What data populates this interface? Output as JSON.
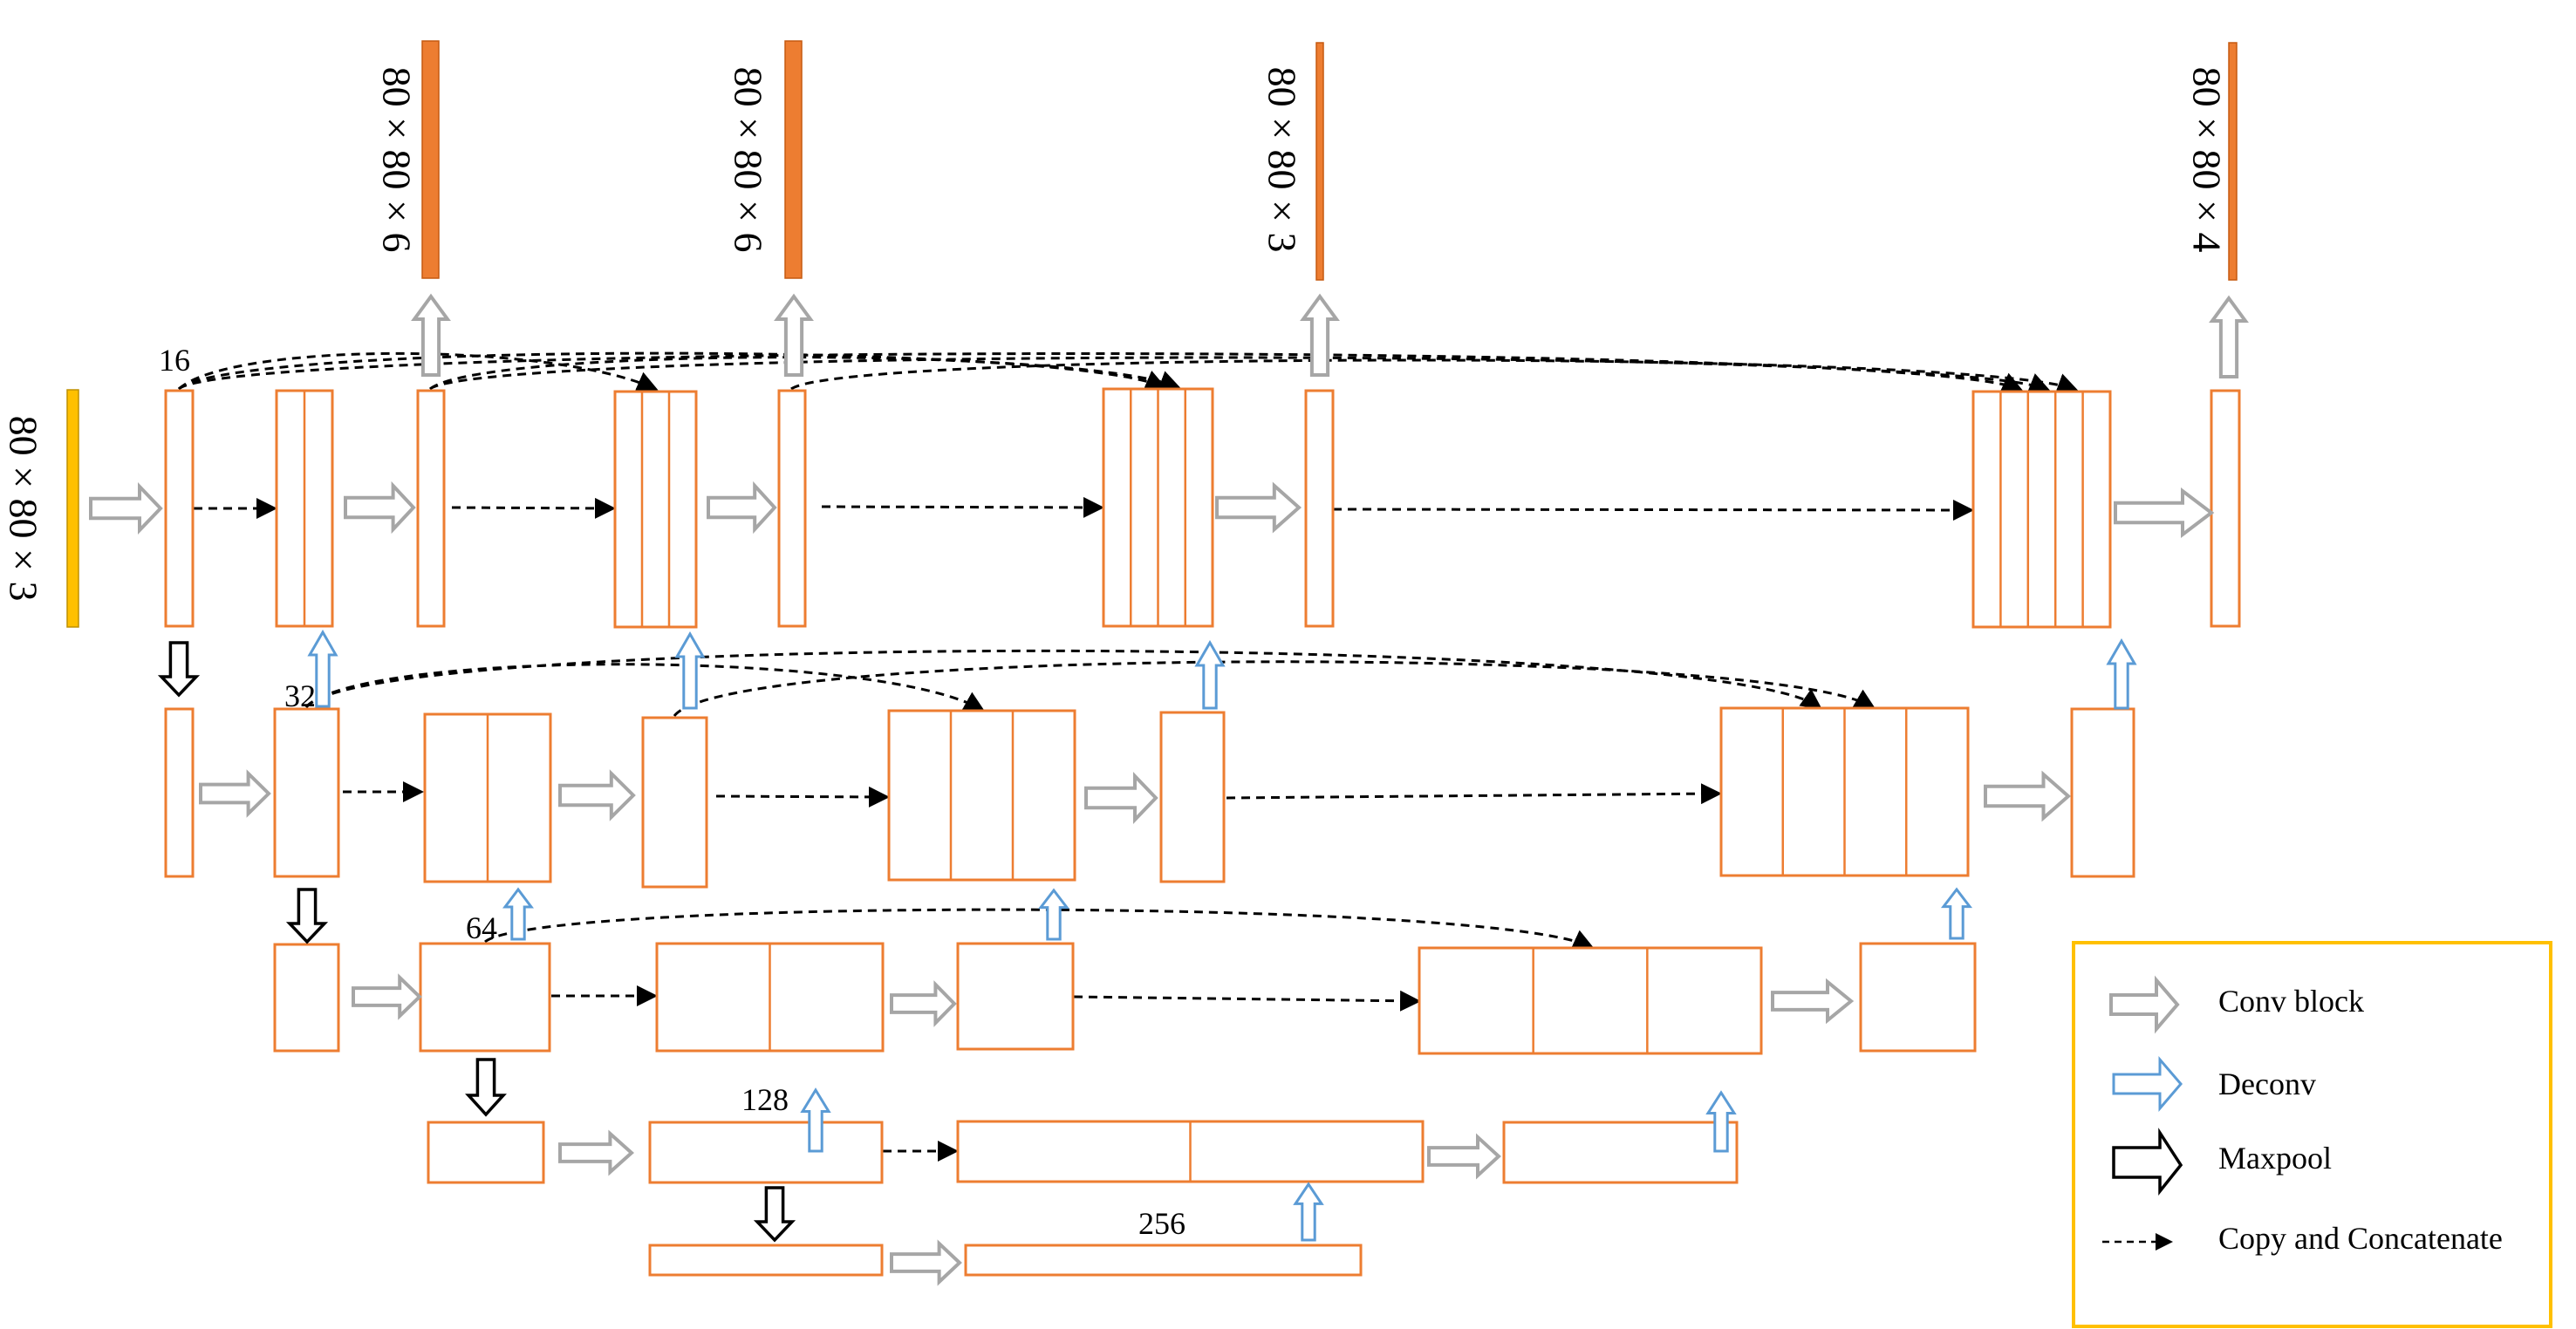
{
  "colors": {
    "feature_border": "#ED7D31",
    "output_bar": "#ED7D31",
    "input_bar": "#FFC000",
    "conv_arrow": "#A6A6A6",
    "deconv_arrow": "#5B9BD5",
    "maxpool_arrow": "#000000",
    "legend_border": "#FFC000"
  },
  "input": {
    "label": "80 × 80 × 3"
  },
  "outputs": [
    {
      "label": "80 × 80 × 6"
    },
    {
      "label": "80 × 80 × 6"
    },
    {
      "label": "80 × 80 × 3"
    },
    {
      "label": "80 × 80 × 4"
    }
  ],
  "channel_labels": {
    "level1": "16",
    "level2": "32",
    "level3": "64",
    "level4": "128",
    "level5": "256"
  },
  "levels": [
    {
      "level": 1,
      "channels": 16,
      "blocks": [
        1,
        2,
        1,
        3,
        1,
        4,
        1,
        5,
        1
      ]
    },
    {
      "level": 2,
      "channels": 32,
      "blocks": [
        1,
        1,
        2,
        1,
        3,
        1,
        4,
        1
      ]
    },
    {
      "level": 3,
      "channels": 64,
      "blocks": [
        1,
        1,
        2,
        1,
        3,
        1
      ]
    },
    {
      "level": 4,
      "channels": 128,
      "blocks": [
        1,
        1,
        2,
        1
      ]
    },
    {
      "level": 5,
      "channels": 256,
      "blocks": [
        1,
        1
      ]
    }
  ],
  "legend": {
    "items": [
      {
        "icon": "conv-block-arrow-icon",
        "label": "Conv block"
      },
      {
        "icon": "deconv-arrow-icon",
        "label": "Deconv"
      },
      {
        "icon": "maxpool-arrow-icon",
        "label": "Maxpool"
      },
      {
        "icon": "copy-concatenate-arrow-icon",
        "label": "Copy and Concatenate"
      }
    ]
  }
}
